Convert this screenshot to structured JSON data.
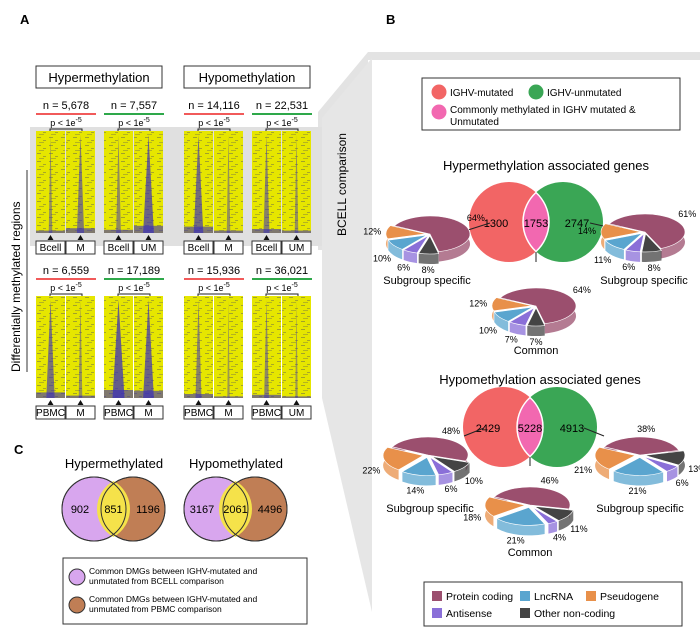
{
  "panel_labels": {
    "a": "A",
    "b": "B",
    "c": "C"
  },
  "panel_a": {
    "hyper_title": "Hypermethylation",
    "hypo_title": "Hypomethylation",
    "y_axis_label": "Differentially methylated regions",
    "side_label": "BCELL comparison",
    "pvalue_base": "p < 1e",
    "pvalue_exp": "-5",
    "top_counts": [
      "n = 5,678",
      "n = 7,557",
      "n = 14,116",
      "n = 22,531"
    ],
    "bottom_counts": [
      "n = 6,559",
      "n = 17,189",
      "n = 15,936",
      "n = 36,021"
    ],
    "top_xlabels": [
      [
        "Bcell",
        "M"
      ],
      [
        "Bcell",
        "UM"
      ],
      [
        "Bcell",
        "M"
      ],
      [
        "Bcell",
        "UM"
      ]
    ],
    "bottom_xlabels": [
      [
        "PBMC",
        "M"
      ],
      [
        "PBMC",
        "M"
      ],
      [
        "PBMC",
        "M"
      ],
      [
        "PBMC",
        "UM"
      ]
    ],
    "colors": {
      "heat_bg": "#e6e600",
      "heat_signal": "#3a2fb8",
      "mutated_line": "#f15a5a",
      "unmutated_line": "#2ea84a"
    }
  },
  "panel_b": {
    "legend": {
      "mutated": "IGHV-mutated",
      "unmutated": "IGHV-unmutated",
      "common": "Commonly methylated in IGHV mutated &",
      "common_line2": "Unmutated"
    },
    "hyper": {
      "title": "Hypermethylation associated genes",
      "venn": [
        "1300",
        "1753",
        "2747"
      ],
      "left_pct": [
        "64%",
        "8%",
        "6%",
        "10%",
        "12%"
      ],
      "right_pct": [
        "61%",
        "8%",
        "6%",
        "11%",
        "14%"
      ],
      "common_pct": [
        "64%",
        "7%",
        "7%",
        "10%",
        "12%"
      ],
      "subgroup_left": "Subgroup specific",
      "subgroup_right": "Subgroup specific",
      "common_label": "Common"
    },
    "hypo": {
      "title": "Hypomethylation associated genes",
      "venn": [
        "2429",
        "5228",
        "4913"
      ],
      "left_pct": [
        "48%",
        "10%",
        "6%",
        "14%",
        "22%"
      ],
      "right_pct": [
        "38%",
        "13%",
        "6%",
        "21%",
        "21%"
      ],
      "common_pct": [
        "46%",
        "11%",
        "4%",
        "21%",
        "18%"
      ],
      "subgroup_left": "Subgroup specific",
      "subgroup_right": "Subgroup specific",
      "common_label": "Common"
    },
    "pie_legend": [
      "Protein coding",
      "LncRNA",
      "Pseudogene",
      "Antisense",
      "Other non-coding"
    ],
    "colors": {
      "protein": "#9b4f6e",
      "lncrna": "#5aa5cf",
      "pseudo": "#e8904a",
      "antisense": "#8a6fd8",
      "other": "#444444",
      "mutated": "#f26565",
      "unmutated": "#3aa655",
      "common": "#f268b0"
    }
  },
  "panel_c": {
    "hyper_title": "Hypermethylated",
    "hypo_title": "Hypomethylated",
    "hyper_values": [
      "902",
      "851",
      "1196"
    ],
    "hypo_values": [
      "3167",
      "2061",
      "4496"
    ],
    "legend_bcell": "Common DMGs between IGHV-mutated and",
    "legend_bcell_2": "unmutated from BCELL comparison",
    "legend_pbmc": "Common DMGs between IGHV-mutated and",
    "legend_pbmc_2": "unmutated from PBMC comparison",
    "colors": {
      "bcell": "#d8a6ee",
      "pbmc": "#c07e55",
      "overlap": "#f5e24a"
    }
  }
}
